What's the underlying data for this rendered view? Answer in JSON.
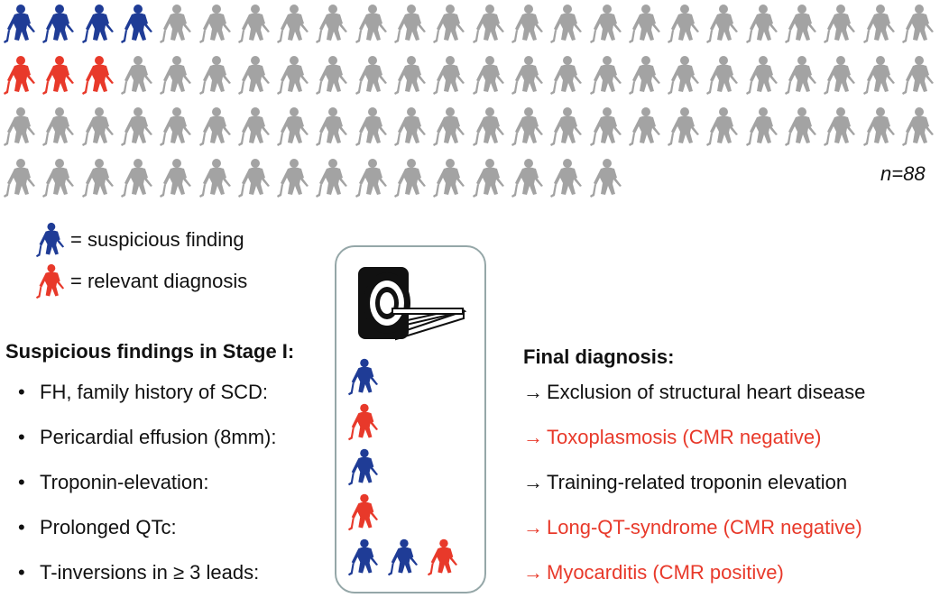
{
  "colors": {
    "blue": "#1f3c96",
    "red": "#e8392a",
    "gray": "#a3a3a3",
    "border": "#95a7a8"
  },
  "grid": {
    "total": 88,
    "per_row": 24,
    "blue_indices": [
      0,
      1,
      2,
      3
    ],
    "red_indices": [
      24,
      25,
      26
    ]
  },
  "count_label": "n=88",
  "legend": [
    {
      "color": "blue",
      "label": "= suspicious finding"
    },
    {
      "color": "red",
      "label": "= relevant diagnosis"
    }
  ],
  "findings_heading": "Suspicious findings in Stage I:",
  "diagnosis_heading": "Final diagnosis:",
  "bullet": "•",
  "rows": [
    {
      "finding": "FH, family history of SCD:",
      "icons": [
        "blue"
      ],
      "arrow": "→",
      "diagnosis": "Exclusion of structural heart disease",
      "diag_color": "black"
    },
    {
      "finding": "Pericardial effusion (8mm):",
      "icons": [
        "red"
      ],
      "arrow": "→",
      "diagnosis": "Toxoplasmosis (CMR negative)",
      "diag_color": "red"
    },
    {
      "finding": "Troponin-elevation:",
      "icons": [
        "blue"
      ],
      "arrow": "→",
      "diagnosis": "Training-related troponin elevation",
      "diag_color": "black"
    },
    {
      "finding": "Prolonged QTc:",
      "icons": [
        "red"
      ],
      "arrow": "→",
      "diagnosis": "Long-QT-syndrome (CMR negative)",
      "diag_color": "red"
    },
    {
      "finding": "T-inversions in ≥ 3 leads:",
      "icons": [
        "blue",
        "blue",
        "red"
      ],
      "arrow": "→",
      "diagnosis": "Myocarditis (CMR positive)",
      "diag_color": "red"
    }
  ]
}
